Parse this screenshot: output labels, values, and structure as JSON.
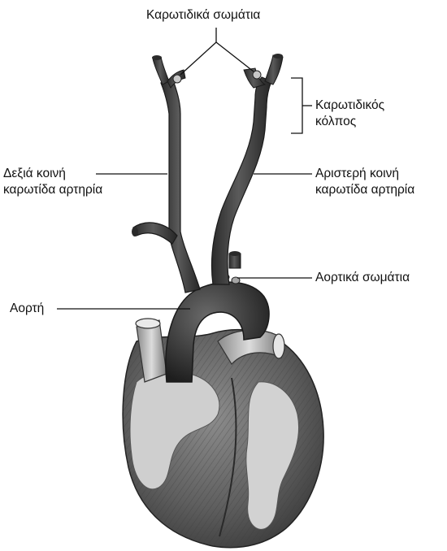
{
  "labels": {
    "carotid_bodies": "Καρωτιδικά σωμάτια",
    "carotid_sinus_line1": "Καρωτιδικός",
    "carotid_sinus_line2": "κόλπος",
    "right_carotid_line1": "Δεξιά κοινή",
    "right_carotid_line2": "καρωτίδα αρτηρία",
    "left_carotid_line1": "Αριστερή κοινή",
    "left_carotid_line2": "καρωτίδα αρτηρία",
    "aortic_bodies": "Αορτικά σωμάτια",
    "aorta": "Αορτή"
  },
  "colors": {
    "vessel_dark": "#3a3a3a",
    "vessel_mid": "#555555",
    "heart_muscle": "#6e6e6e",
    "fat_tissue": "#c9c9c9",
    "leader_line": "#111111",
    "background": "#ffffff"
  }
}
